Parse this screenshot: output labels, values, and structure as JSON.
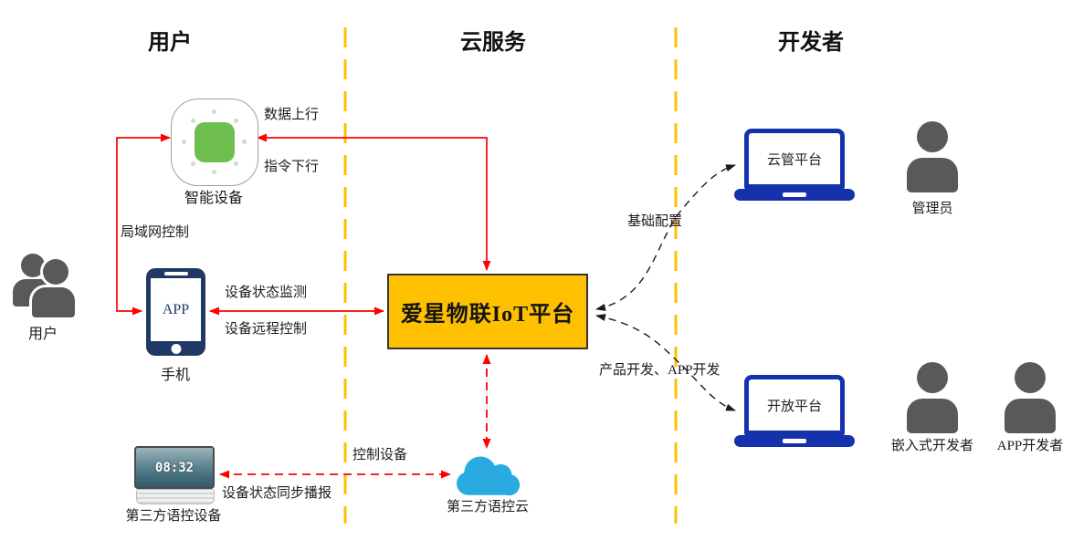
{
  "sections": {
    "user": "用户",
    "cloud": "云服务",
    "developer": "开发者"
  },
  "nodes": {
    "smart_device": {
      "label": "智能设备"
    },
    "phone": {
      "label": "手机",
      "screen_text": "APP"
    },
    "platform": {
      "label": "爱星物联IoT平台"
    },
    "voice_cloud": {
      "label": "第三方语控云"
    },
    "voice_device": {
      "label": "第三方语控设备",
      "time": "08:32"
    },
    "cloud_mgmt_platform": {
      "label": "云管平台"
    },
    "open_platform": {
      "label": "开放平台"
    },
    "admin": {
      "label": "管理员"
    },
    "embedded_developer": {
      "label": "嵌入式开发者"
    },
    "app_developer": {
      "label": "APP开发者"
    },
    "user": {
      "label": "用户"
    }
  },
  "edges": {
    "data_uplink": "数据上行",
    "command_downlink": "指令下行",
    "lan_control": "局域网控制",
    "device_status_monitor": "设备状态监测",
    "device_remote_control": "设备远程控制",
    "basic_config": "基础配置",
    "product_app_dev": "产品开发、APP开发",
    "control_device": "控制设备",
    "status_sync_broadcast": "设备状态同步播报"
  },
  "colors": {
    "divider_yellow": "#FFC000",
    "platform_fill": "#FFC000",
    "arrow_red": "#FF0000",
    "curve_black": "#1a1a1a",
    "laptop_blue": "#1531AC",
    "phone_navy": "#1F3864",
    "cloud_blue": "#29ABE2",
    "device_green": "#6FBF4E",
    "person_gray": "#595959"
  }
}
